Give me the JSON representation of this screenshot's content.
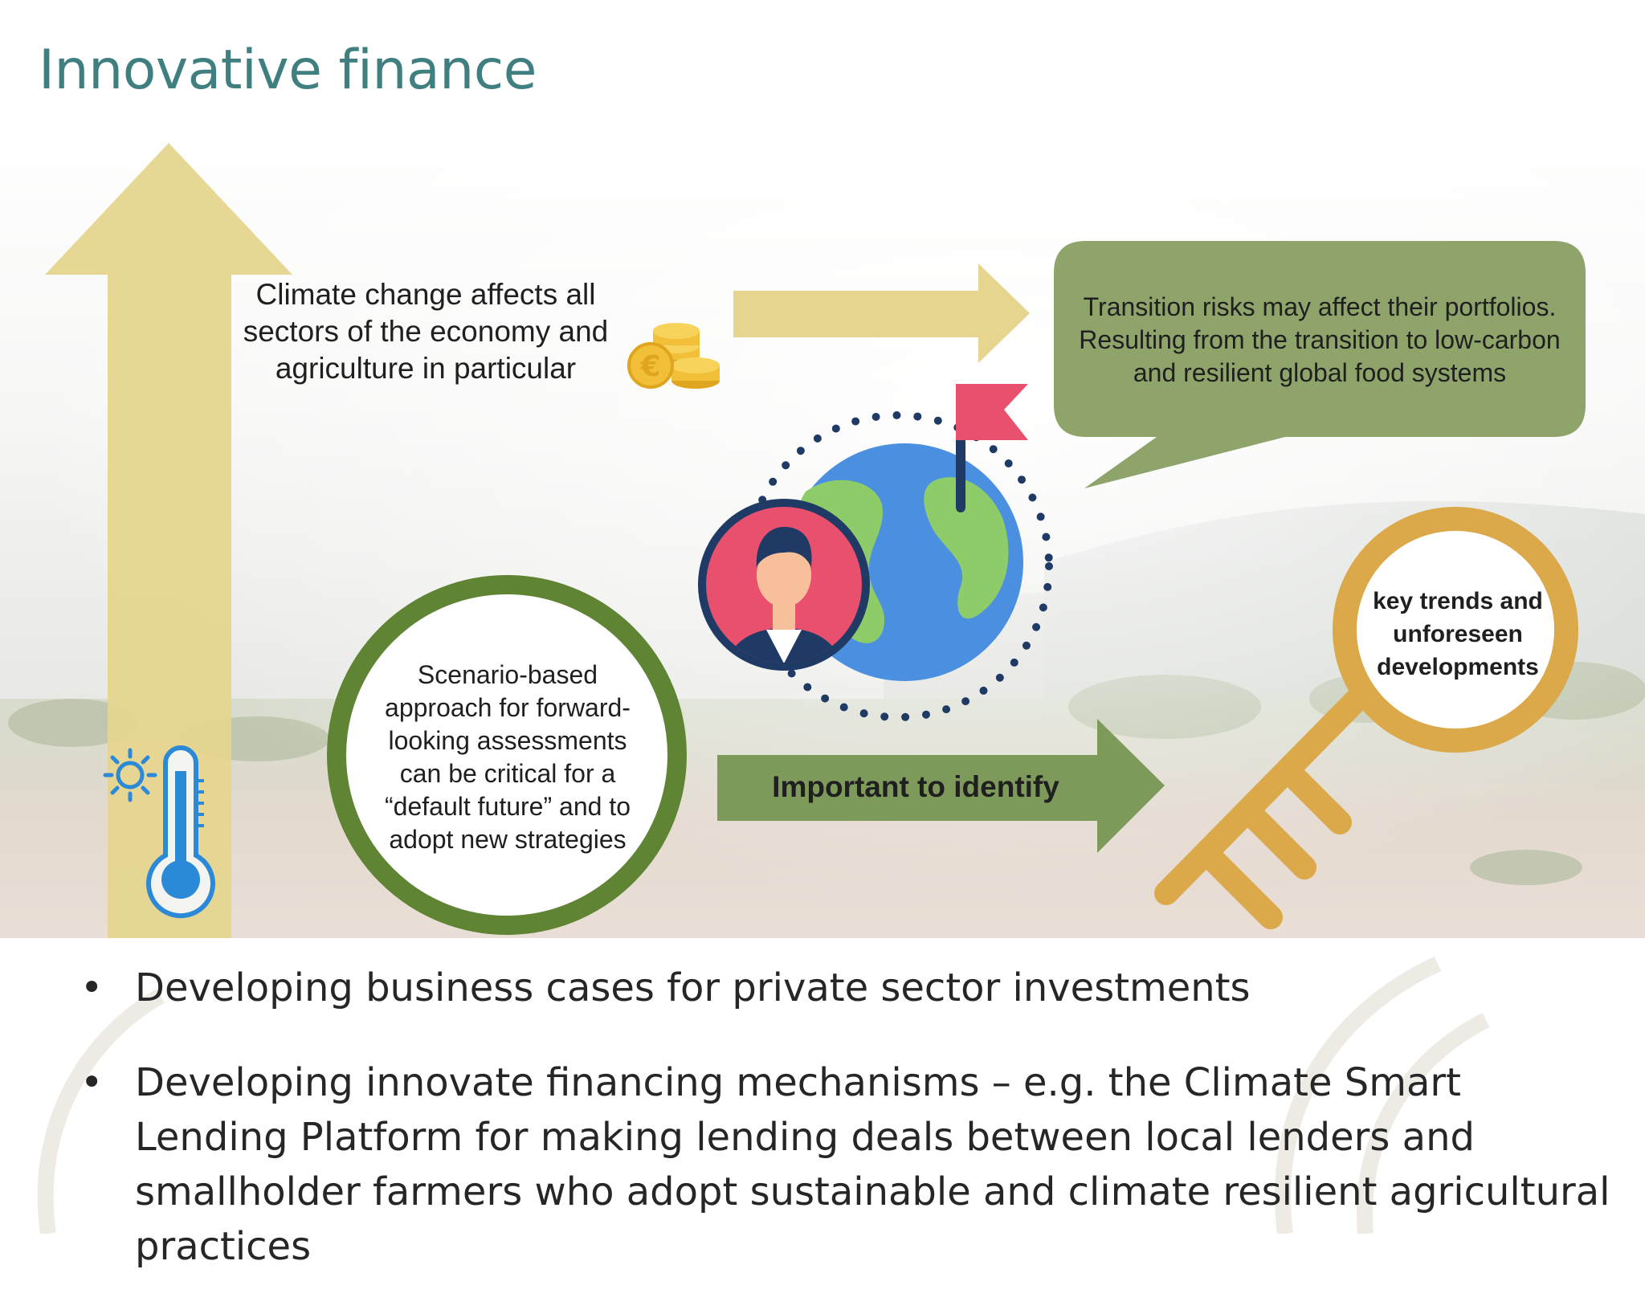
{
  "slide": {
    "title": "Innovative finance"
  },
  "diagram": {
    "climate_text": "Climate change affects all sectors of the economy and agriculture in particular",
    "transition_text": "Transition risks may affect their portfolios. Resulting from the transition to low-carbon and resilient global food systems",
    "scenario_text": "Scenario-based approach for forward-looking assessments can be critical for a “default future” and to adopt new strategies",
    "identify_label": "Important to identify",
    "key_text": "key trends and unforeseen developments",
    "colors": {
      "title": "#3f7f80",
      "yellow_arrow": "#e6d58f",
      "green_bubble": "#8ea46a",
      "green_arrow": "#7e9a5a",
      "scenario_ring": "#5e8434",
      "key_gold": "#dba84a"
    },
    "icons": [
      "thermometer-sun-icon",
      "euro-coins-icon",
      "globe-person-flag-icon",
      "key-icon"
    ]
  },
  "bullets": [
    {
      "marker": "•",
      "text": "Developing business cases for private sector investments"
    },
    {
      "marker": "•",
      "text": "Developing innovate financing mechanisms – e.g. the Climate Smart Lending Platform for making lending deals between local lenders and smallholder farmers who adopt sustainable and climate resilient agricultural practices"
    }
  ]
}
